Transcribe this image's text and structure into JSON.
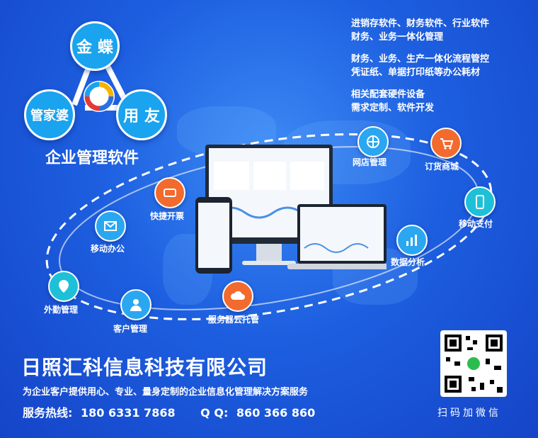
{
  "brands": {
    "top": "金 蝶",
    "left": "管家婆",
    "right": "用 友"
  },
  "software_title": "企业管理软件",
  "services": [
    "进销存软件、财务软件、行业软件",
    "财务、业务一体化管理",
    "财务、业务、生产一体化流程管控",
    "凭证纸、单据打印纸等办公耗材",
    "相关配套硬件设备",
    "需求定制、软件开发"
  ],
  "nodes": [
    {
      "label": "网店管理",
      "icon": "globe-icon",
      "color": "#2aa7f0"
    },
    {
      "label": "订货商城",
      "icon": "cart-icon",
      "color": "#f26a2e"
    },
    {
      "label": "移动支付",
      "icon": "mobile-pay-icon",
      "color": "#1ec0d8"
    },
    {
      "label": "数据分析",
      "icon": "chart-icon",
      "color": "#2aa7f0"
    },
    {
      "label": "服务器云托管",
      "icon": "cloud-icon",
      "color": "#f26a2e"
    },
    {
      "label": "客户管理",
      "icon": "user-icon",
      "color": "#2aa7f0"
    },
    {
      "label": "外勤管理",
      "icon": "location-icon",
      "color": "#1ec0d8"
    },
    {
      "label": "移动办公",
      "icon": "mail-icon",
      "color": "#2aa7f0"
    },
    {
      "label": "快捷开票",
      "icon": "ticket-icon",
      "color": "#f26a2e"
    }
  ],
  "company": "日照汇科信息科技有限公司",
  "slogan": "为企业客户提供用心、专业、量身定制的企业信息化管理解决方案服务",
  "hotline": {
    "label": "服务热线:",
    "number": "180 6331 7868",
    "qq_label": "Q Q:",
    "qq": "860 366 860"
  },
  "qr_caption": "扫码加微信"
}
